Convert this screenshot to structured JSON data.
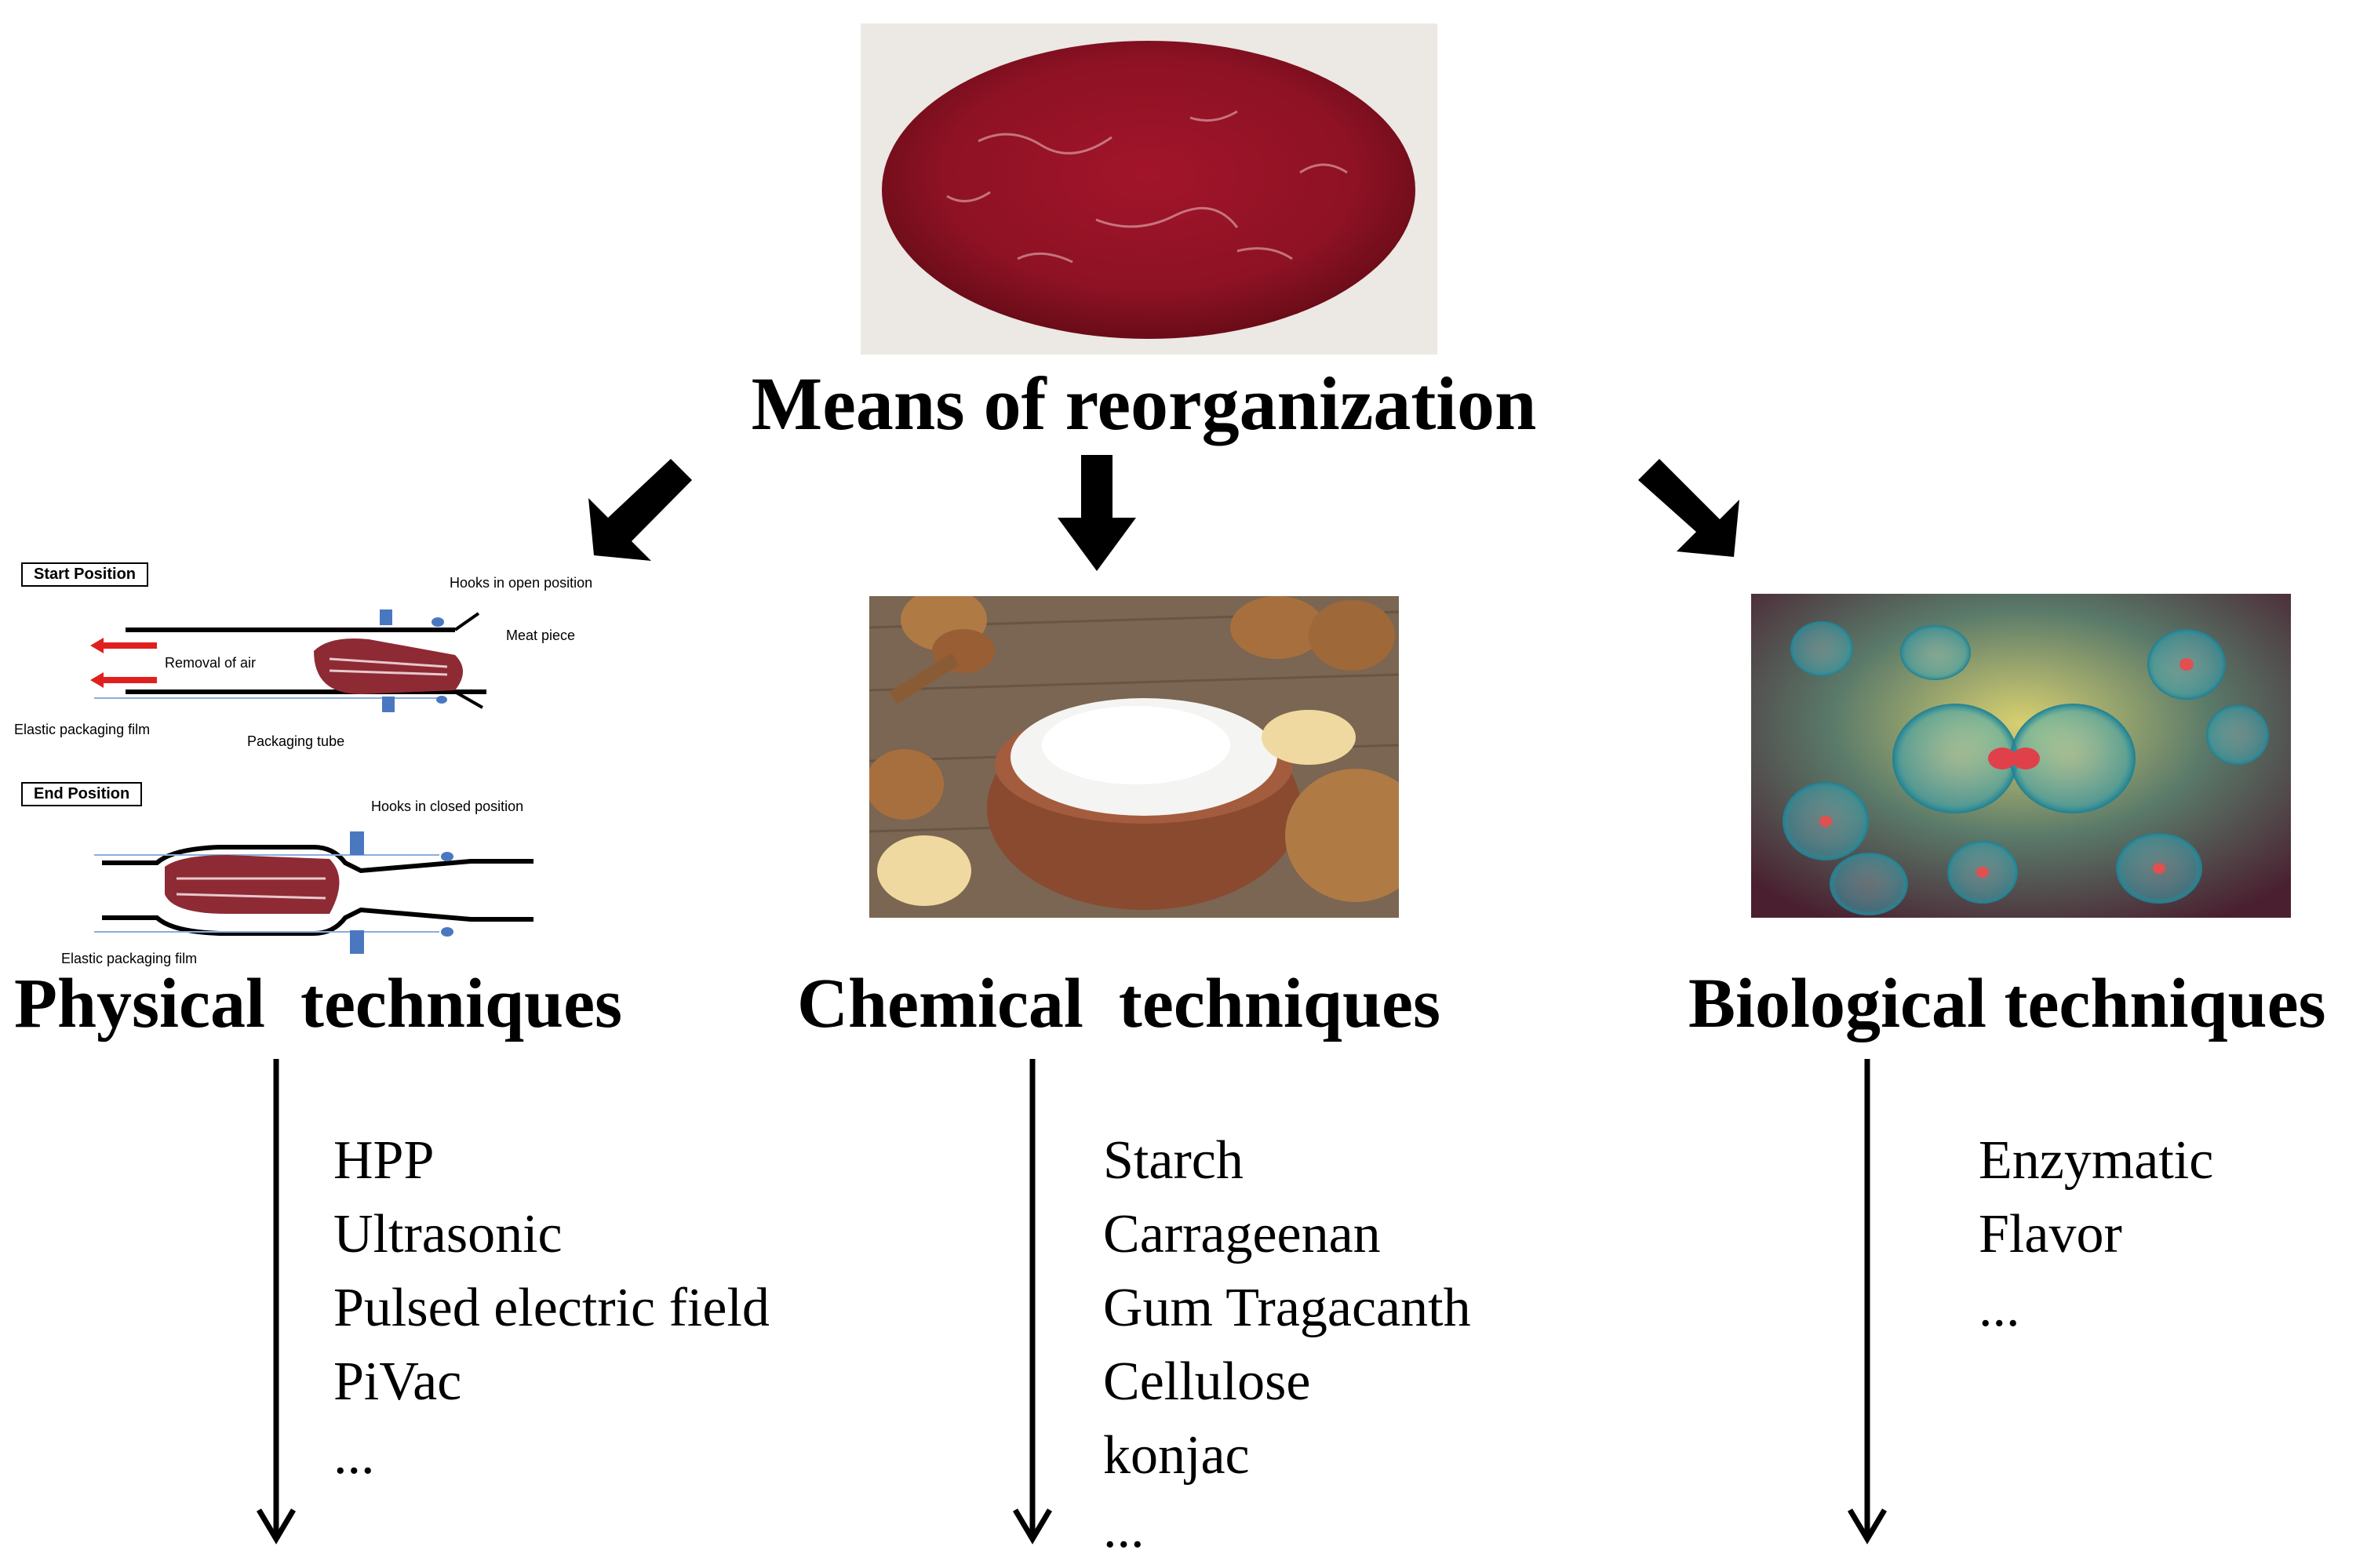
{
  "title": "Means of reorganization",
  "columns": [
    {
      "heading": "Physical  techniques",
      "items": [
        "HPP",
        "Ultrasonic",
        "Pulsed electric field",
        "PiVac",
        "..."
      ]
    },
    {
      "heading": "Chemical  techniques",
      "items": [
        "Starch",
        "Carrageenan",
        "Gum Tragacanth",
        "Cellulose",
        "konjac",
        "..."
      ]
    },
    {
      "heading": "Biological techniques",
      "items": [
        "Enzymatic",
        "Flavor",
        "..."
      ]
    }
  ],
  "pivac_diagram": {
    "start_label": "Start Position",
    "end_label": "End Position",
    "hooks_open": "Hooks in open position",
    "hooks_closed": "Hooks in closed position",
    "meat_piece": "Meat piece",
    "removal_of_air": "Removal of air",
    "elastic_film_top": "Elastic packaging film",
    "packaging_tube": "Packaging tube",
    "elastic_film_bottom": "Elastic packaging film"
  }
}
